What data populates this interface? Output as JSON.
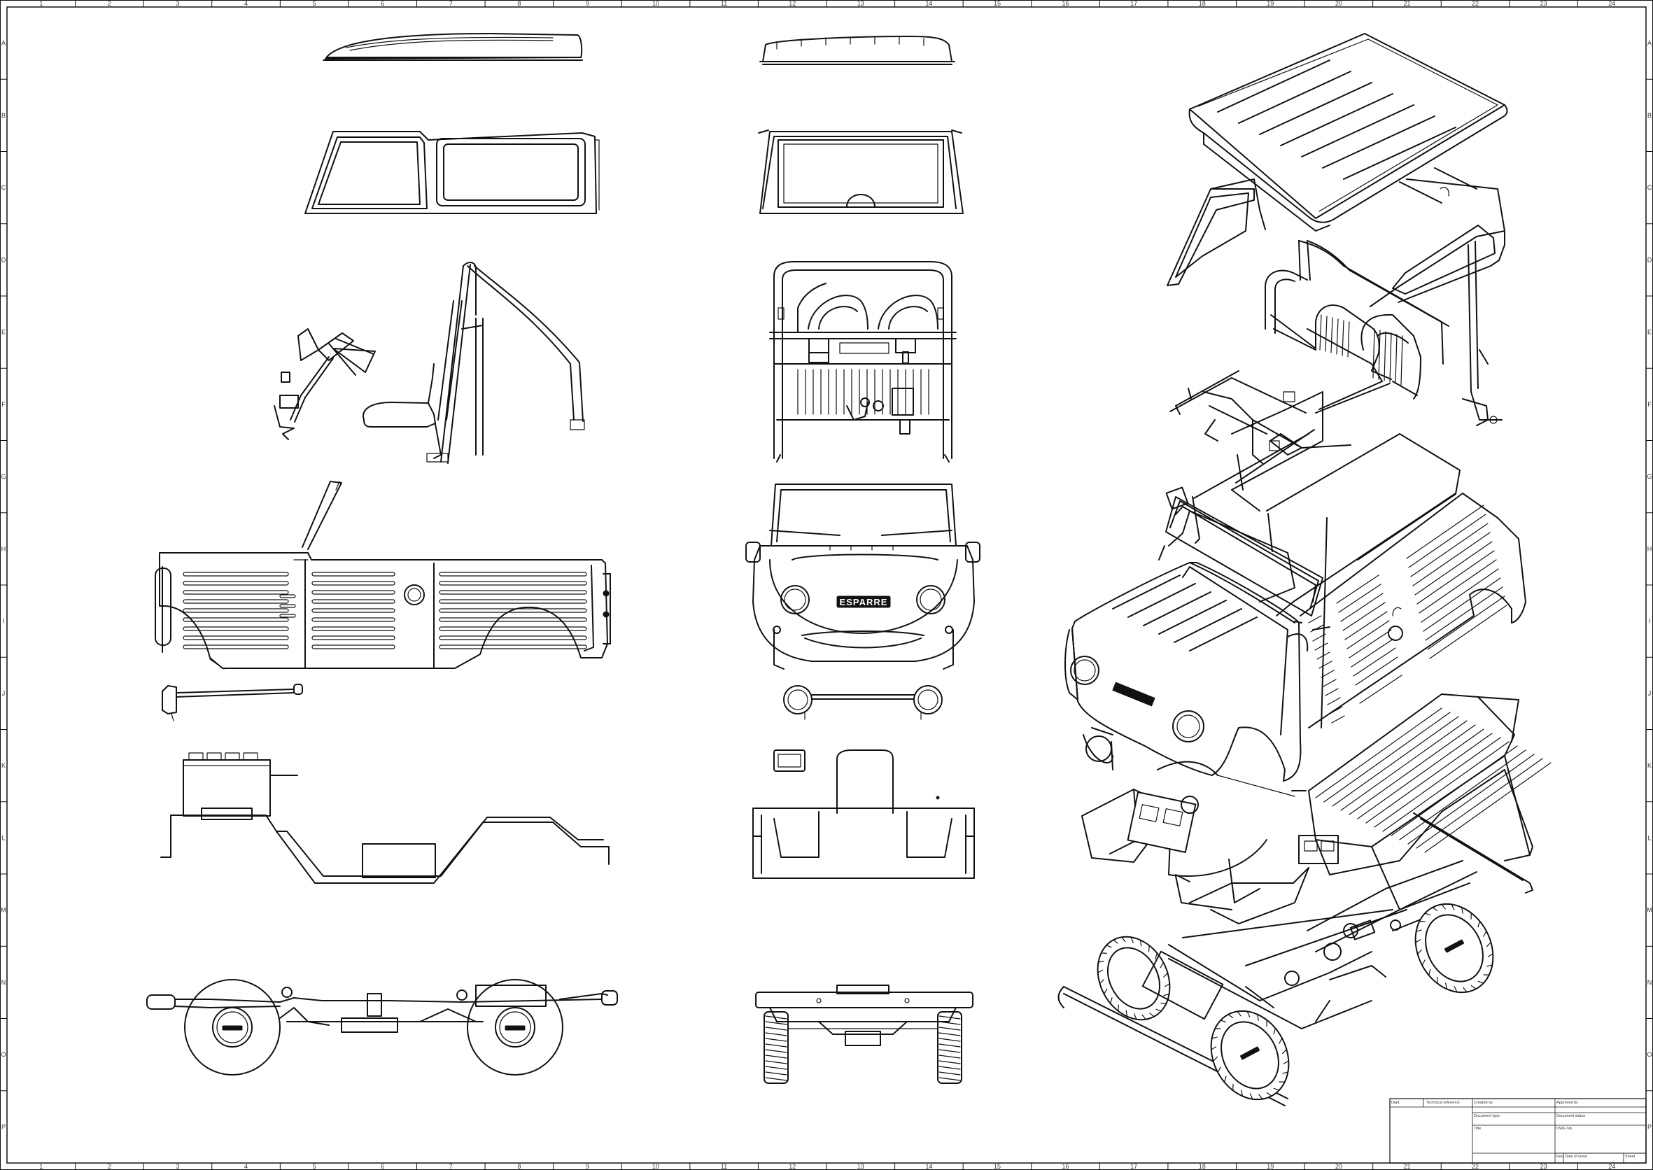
{
  "frame": {
    "column_labels": [
      "1",
      "2",
      "3",
      "4",
      "5",
      "6",
      "7",
      "8",
      "9",
      "10",
      "11",
      "12",
      "13",
      "14",
      "15",
      "16",
      "17",
      "18",
      "19",
      "20",
      "21",
      "22",
      "23",
      "24"
    ],
    "row_labels": [
      "A",
      "B",
      "C",
      "D",
      "E",
      "F",
      "G",
      "H",
      "I",
      "J",
      "K",
      "L",
      "M",
      "N",
      "O",
      "P"
    ]
  },
  "title_block": {
    "dept": "Dept.",
    "technical_reference": "Technical reference",
    "created_by": "Created by",
    "approved_by": "Approved by",
    "document_type": "Document type",
    "document_status": "Document status",
    "title": "Title",
    "dwg_no": "DWG No.",
    "rev": "Rev.",
    "date_of_issue": "Date of issue",
    "sheet": "Sheet"
  },
  "badge": {
    "grille_logo": "ESPARRE"
  },
  "colors": {
    "line": "#111111",
    "paper": "#ffffff"
  }
}
